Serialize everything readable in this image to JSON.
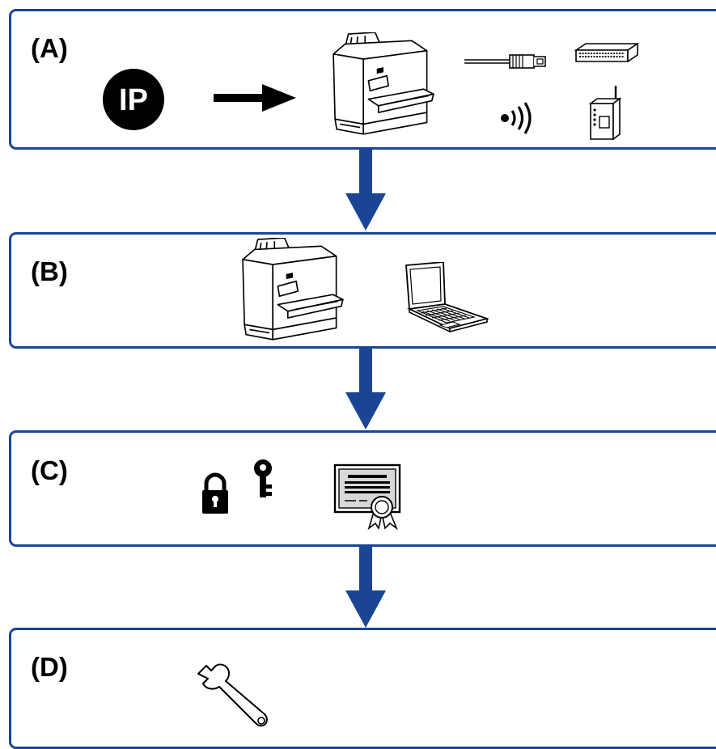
{
  "steps": [
    {
      "label": "(A)",
      "icons": [
        "ip-address-icon",
        "right-arrow-icon",
        "printer-icon",
        "ethernet-cable-icon",
        "network-switch-icon",
        "wireless-signal-icon",
        "wireless-router-icon"
      ]
    },
    {
      "label": "(B)",
      "icons": [
        "printer-icon",
        "laptop-icon"
      ]
    },
    {
      "label": "(C)",
      "icons": [
        "padlock-icon",
        "key-icon",
        "certificate-icon"
      ]
    },
    {
      "label": "(D)",
      "icons": [
        "wrench-icon"
      ]
    }
  ],
  "ip_badge_text": "IP",
  "colors": {
    "frame": "#1a4594",
    "arrow": "#1a4594",
    "icon": "#000000"
  }
}
